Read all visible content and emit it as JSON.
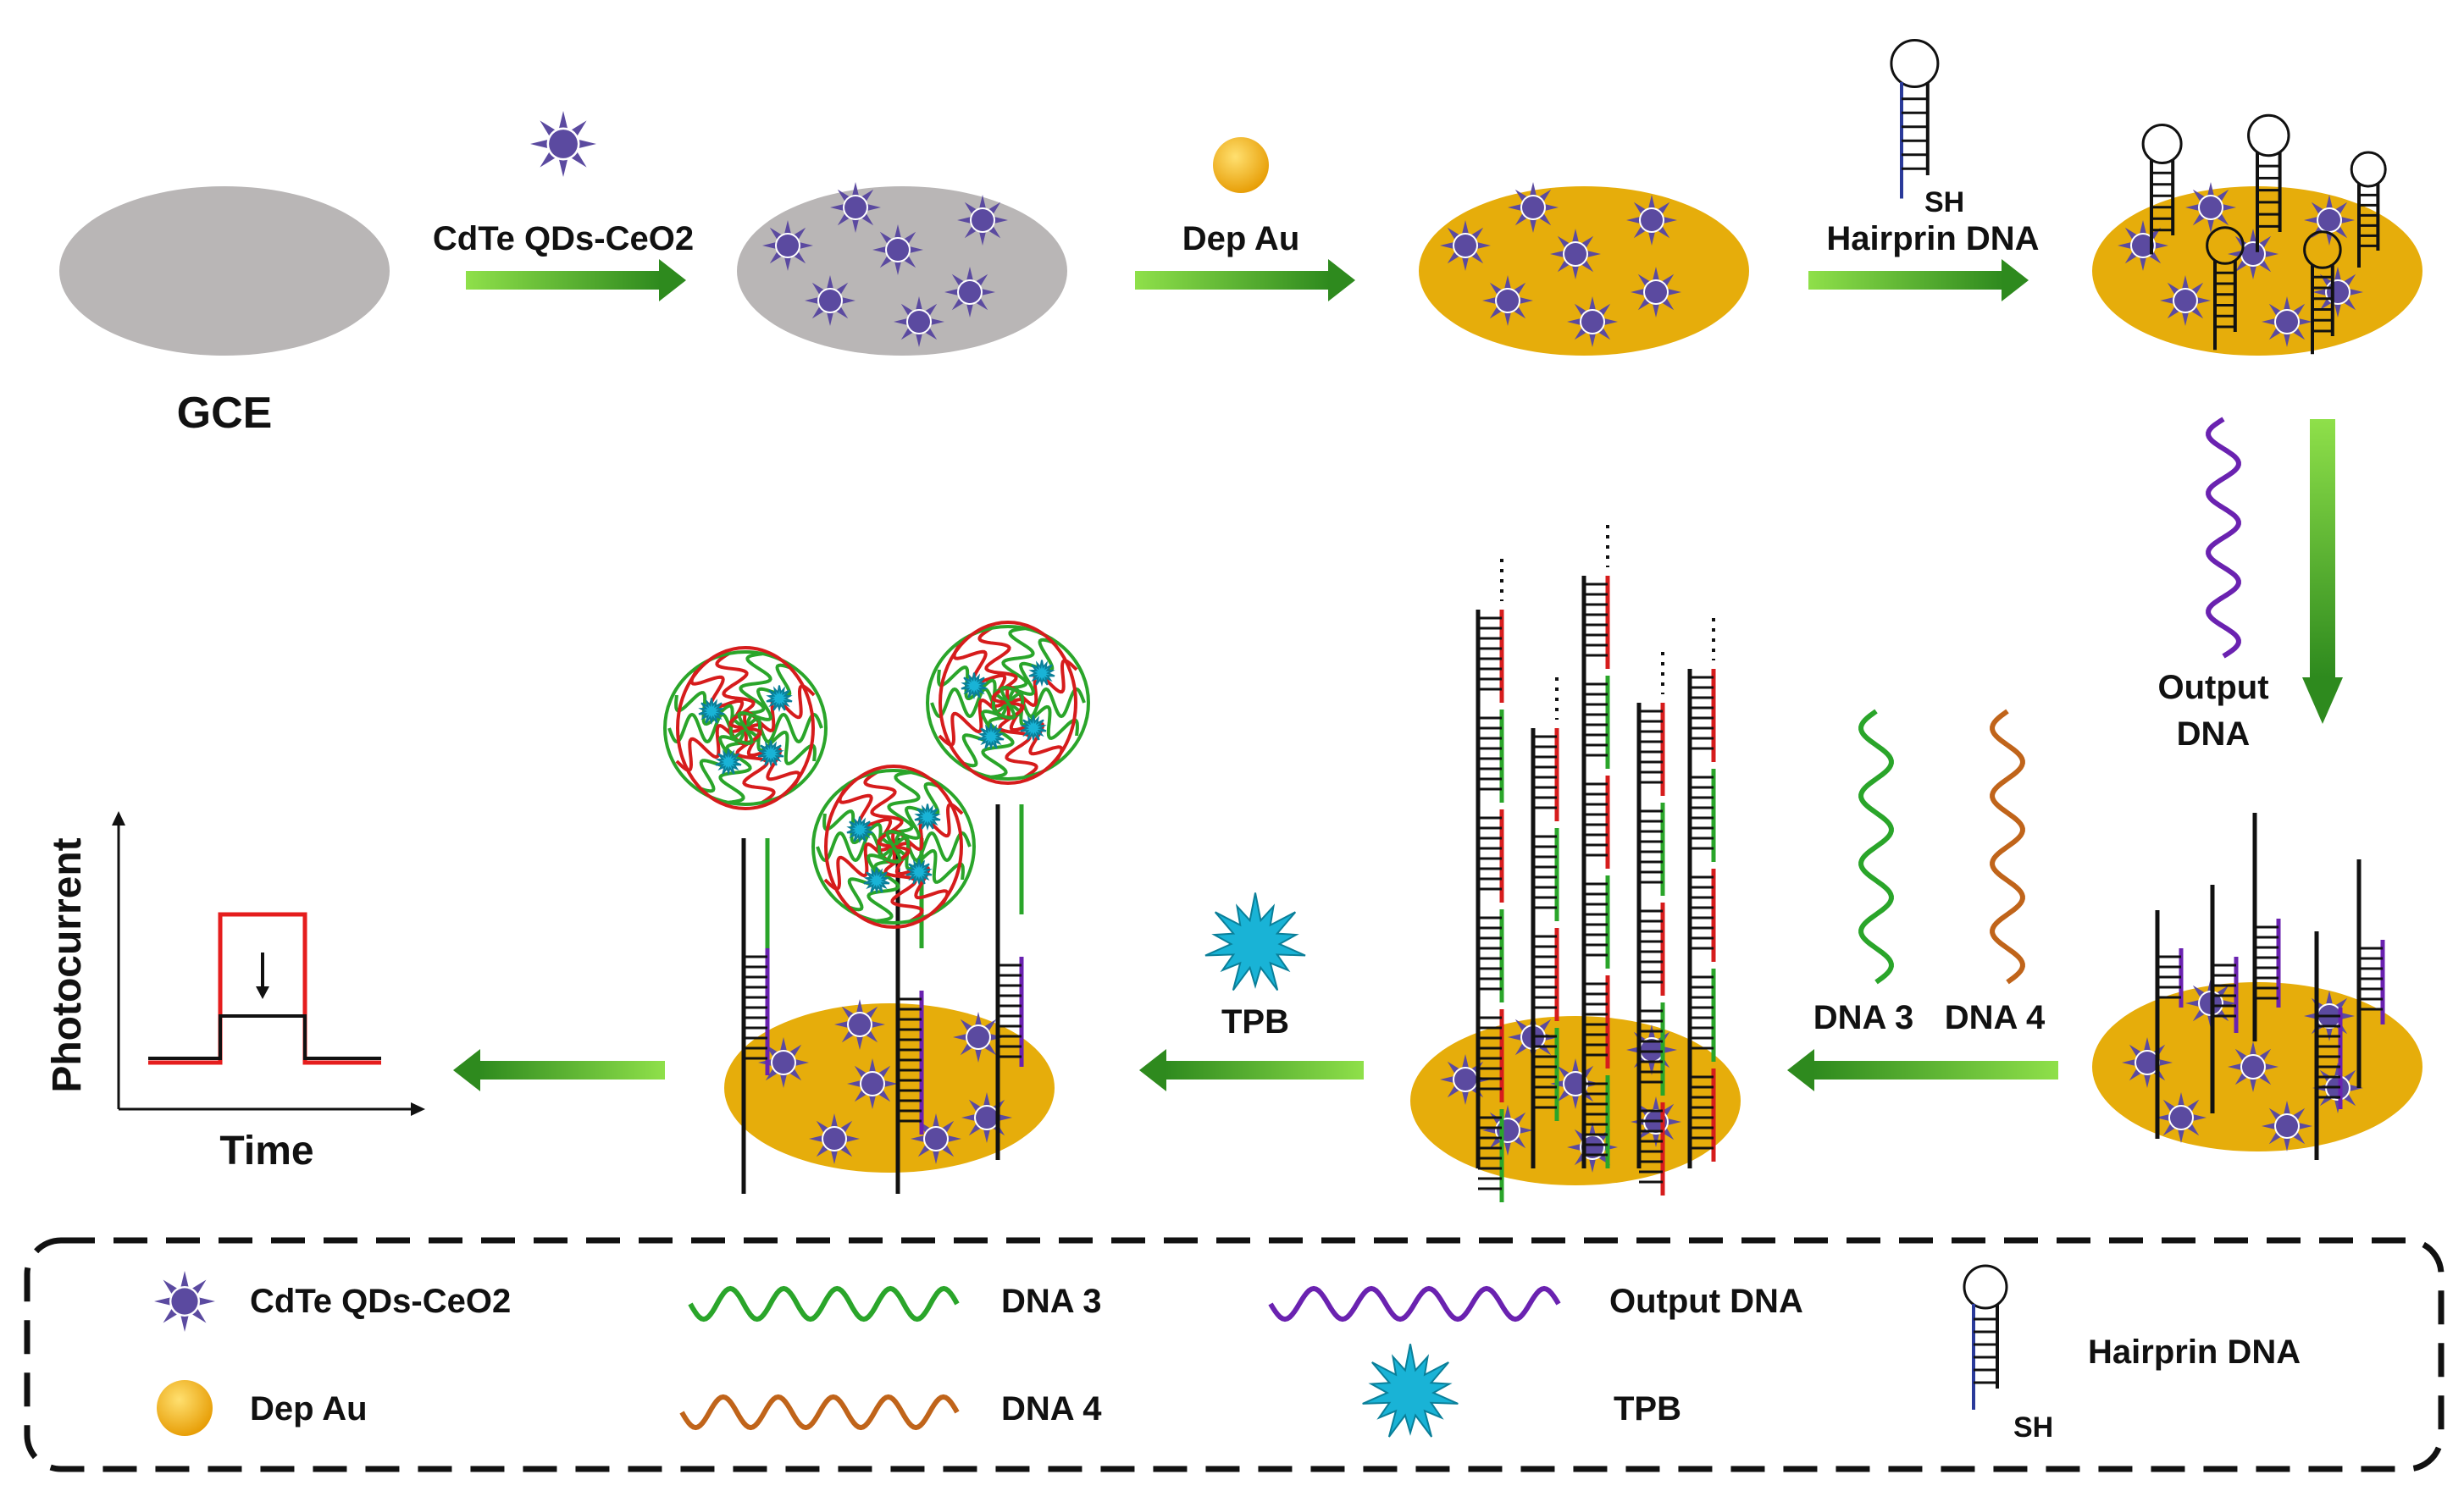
{
  "labels": {
    "gce": "GCE",
    "step1": "CdTe QDs-CeO2",
    "step2": "Dep Au",
    "step3": "Hairprin DNA",
    "hairpin_sh": "SH",
    "step4": "Output\nDNA",
    "step4_line1": "Output",
    "step4_line2": "DNA",
    "dna3": "DNA 3",
    "dna4": "DNA 4",
    "tpb": "TPB",
    "y_axis": "Photocurrent",
    "x_axis": "Time"
  },
  "legend": {
    "items": [
      {
        "icon": "qd-star-icon",
        "label": "CdTe QDs-CeO2"
      },
      {
        "icon": "au-sphere-icon",
        "label": "Dep Au"
      },
      {
        "icon": "green-wave-icon",
        "label": "DNA 3"
      },
      {
        "icon": "orange-wave-icon",
        "label": "DNA 4"
      },
      {
        "icon": "purple-wave-icon",
        "label": "Output DNA"
      },
      {
        "icon": "tpb-star-icon",
        "label": "TPB"
      },
      {
        "icon": "hairpin-icon",
        "label": "Hairprin DNA"
      },
      {
        "icon": "sh-label",
        "label": "SH"
      }
    ]
  },
  "colors": {
    "electrode_gray": "#b9b6b6",
    "gold": "#e6ad0b",
    "qd_purple": "#5b4aa0",
    "arrow_green": "#5bbf2a",
    "dna3_green": "#2aa52a",
    "dna4_orange": "#c0641a",
    "output_purple": "#6a22b0",
    "tpb_cyan": "#19b3d6",
    "signal_red": "#e51d1d",
    "strand_red": "#d61c1c",
    "hairpin_blue": "#2a3a9a"
  }
}
